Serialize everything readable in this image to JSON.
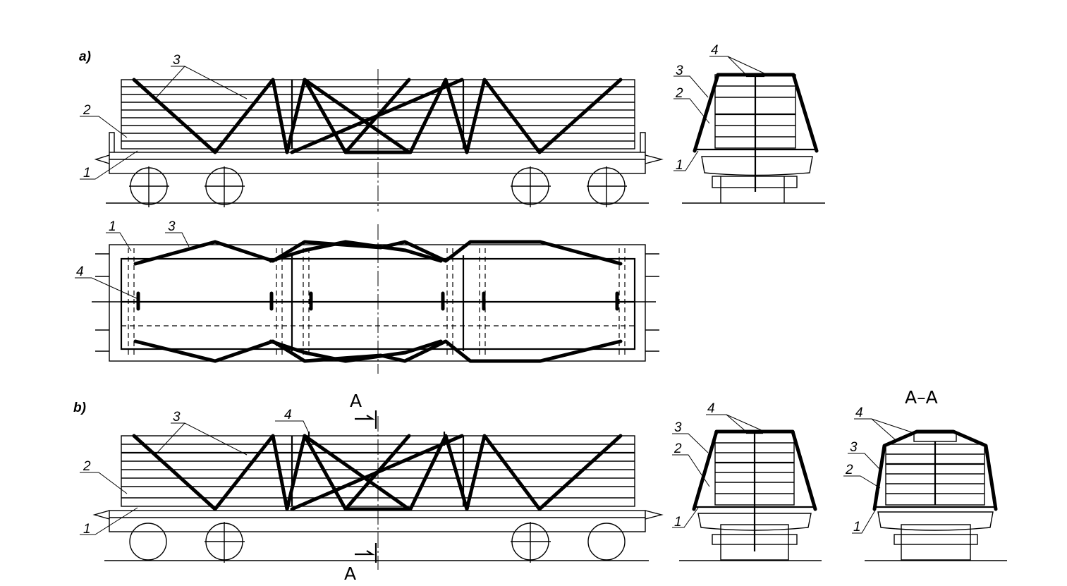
{
  "view_labels": {
    "a": "a)",
    "b": "b)"
  },
  "section_title": "A–A",
  "section_letter": "A",
  "callouts": {
    "one": "1",
    "two": "2",
    "three": "3",
    "four": "4"
  }
}
